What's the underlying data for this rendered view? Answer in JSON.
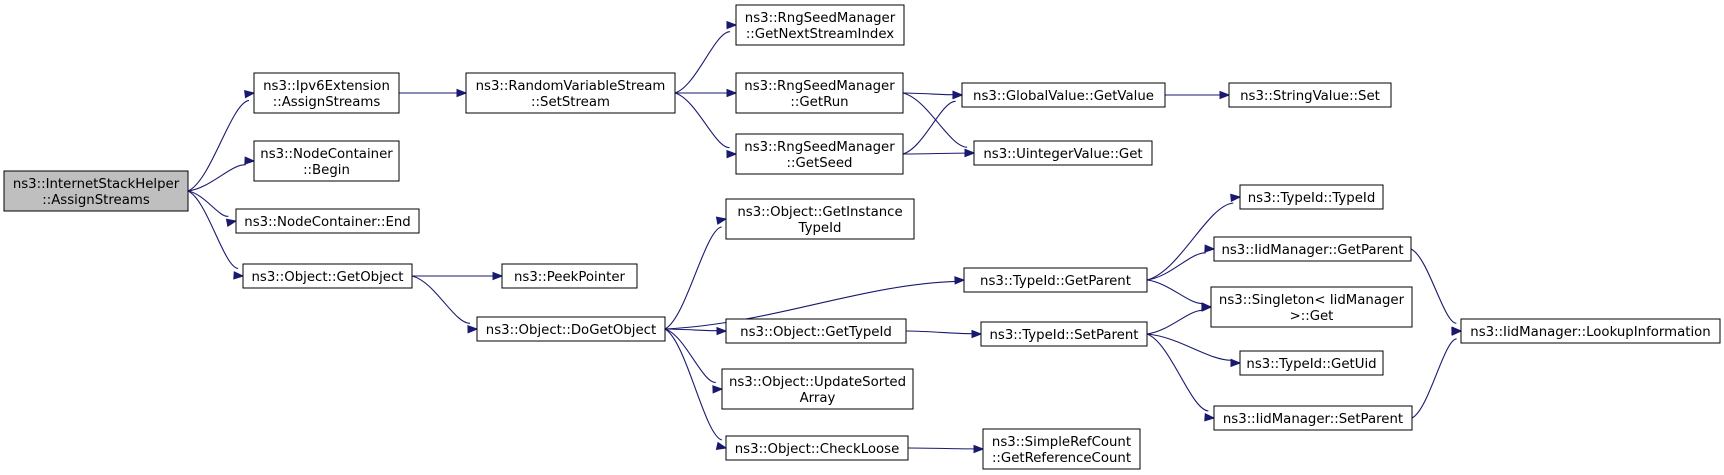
{
  "graph": {
    "nodes": [
      {
        "id": "root",
        "lines": [
          "ns3::InternetStackHelper",
          "::AssignStreams"
        ],
        "highlight": true
      },
      {
        "id": "ipv6ext",
        "lines": [
          "ns3::Ipv6Extension",
          "::AssignStreams"
        ]
      },
      {
        "id": "ncbegin",
        "lines": [
          "ns3::NodeContainer",
          "::Begin"
        ]
      },
      {
        "id": "ncend",
        "lines": [
          "ns3::NodeContainer::End"
        ]
      },
      {
        "id": "getobject",
        "lines": [
          "ns3::Object::GetObject"
        ]
      },
      {
        "id": "setstream",
        "lines": [
          "ns3::RandomVariableStream",
          "::SetStream"
        ]
      },
      {
        "id": "peekpointer",
        "lines": [
          "ns3::PeekPointer"
        ]
      },
      {
        "id": "dogetobject",
        "lines": [
          "ns3::Object::DoGetObject"
        ]
      },
      {
        "id": "nextstream",
        "lines": [
          "ns3::RngSeedManager",
          "::GetNextStreamIndex"
        ]
      },
      {
        "id": "getrun",
        "lines": [
          "ns3::RngSeedManager",
          "::GetRun"
        ]
      },
      {
        "id": "getseed",
        "lines": [
          "ns3::RngSeedManager",
          "::GetSeed"
        ]
      },
      {
        "id": "instancetypeid",
        "lines": [
          "ns3::Object::GetInstance",
          "TypeId"
        ]
      },
      {
        "id": "gettypeid",
        "lines": [
          "ns3::Object::GetTypeId"
        ]
      },
      {
        "id": "updatesorted",
        "lines": [
          "ns3::Object::UpdateSorted",
          "Array"
        ]
      },
      {
        "id": "checkloose",
        "lines": [
          "ns3::Object::CheckLoose"
        ]
      },
      {
        "id": "globalvalue",
        "lines": [
          "ns3::GlobalValue::GetValue"
        ]
      },
      {
        "id": "uintegerget",
        "lines": [
          "ns3::UintegerValue::Get"
        ]
      },
      {
        "id": "tidgetparent",
        "lines": [
          "ns3::TypeId::GetParent"
        ]
      },
      {
        "id": "tidsetparent",
        "lines": [
          "ns3::TypeId::SetParent"
        ]
      },
      {
        "id": "getrefcount",
        "lines": [
          "ns3::SimpleRefCount",
          "::GetReferenceCount"
        ]
      },
      {
        "id": "stringset",
        "lines": [
          "ns3::StringValue::Set"
        ]
      },
      {
        "id": "tidtypeid",
        "lines": [
          "ns3::TypeId::TypeId"
        ]
      },
      {
        "id": "iidgetparent",
        "lines": [
          "ns3::IidManager::GetParent"
        ]
      },
      {
        "id": "singletonget",
        "lines": [
          "ns3::Singleton< IidManager",
          ">::Get"
        ]
      },
      {
        "id": "tidgetuid",
        "lines": [
          "ns3::TypeId::GetUid"
        ]
      },
      {
        "id": "iidsetparent",
        "lines": [
          "ns3::IidManager::SetParent"
        ]
      },
      {
        "id": "lookupinfo",
        "lines": [
          "ns3::IidManager::LookupInformation"
        ]
      }
    ],
    "edges": [
      [
        "root",
        "ipv6ext"
      ],
      [
        "root",
        "ncbegin"
      ],
      [
        "root",
        "ncend"
      ],
      [
        "root",
        "getobject"
      ],
      [
        "ipv6ext",
        "setstream"
      ],
      [
        "setstream",
        "nextstream"
      ],
      [
        "setstream",
        "getrun"
      ],
      [
        "setstream",
        "getseed"
      ],
      [
        "getrun",
        "globalvalue"
      ],
      [
        "getrun",
        "uintegerget"
      ],
      [
        "getseed",
        "globalvalue"
      ],
      [
        "getseed",
        "uintegerget"
      ],
      [
        "globalvalue",
        "stringset"
      ],
      [
        "getobject",
        "peekpointer"
      ],
      [
        "getobject",
        "dogetobject"
      ],
      [
        "dogetobject",
        "instancetypeid"
      ],
      [
        "dogetobject",
        "tidgetparent"
      ],
      [
        "dogetobject",
        "gettypeid"
      ],
      [
        "dogetobject",
        "updatesorted"
      ],
      [
        "dogetobject",
        "checkloose"
      ],
      [
        "tidgetparent",
        "tidtypeid"
      ],
      [
        "tidgetparent",
        "iidgetparent"
      ],
      [
        "tidgetparent",
        "singletonget"
      ],
      [
        "gettypeid",
        "tidsetparent"
      ],
      [
        "tidsetparent",
        "singletonget"
      ],
      [
        "tidsetparent",
        "tidgetuid"
      ],
      [
        "tidsetparent",
        "iidsetparent"
      ],
      [
        "iidgetparent",
        "lookupinfo"
      ],
      [
        "iidsetparent",
        "lookupinfo"
      ],
      [
        "checkloose",
        "getrefcount"
      ]
    ]
  }
}
